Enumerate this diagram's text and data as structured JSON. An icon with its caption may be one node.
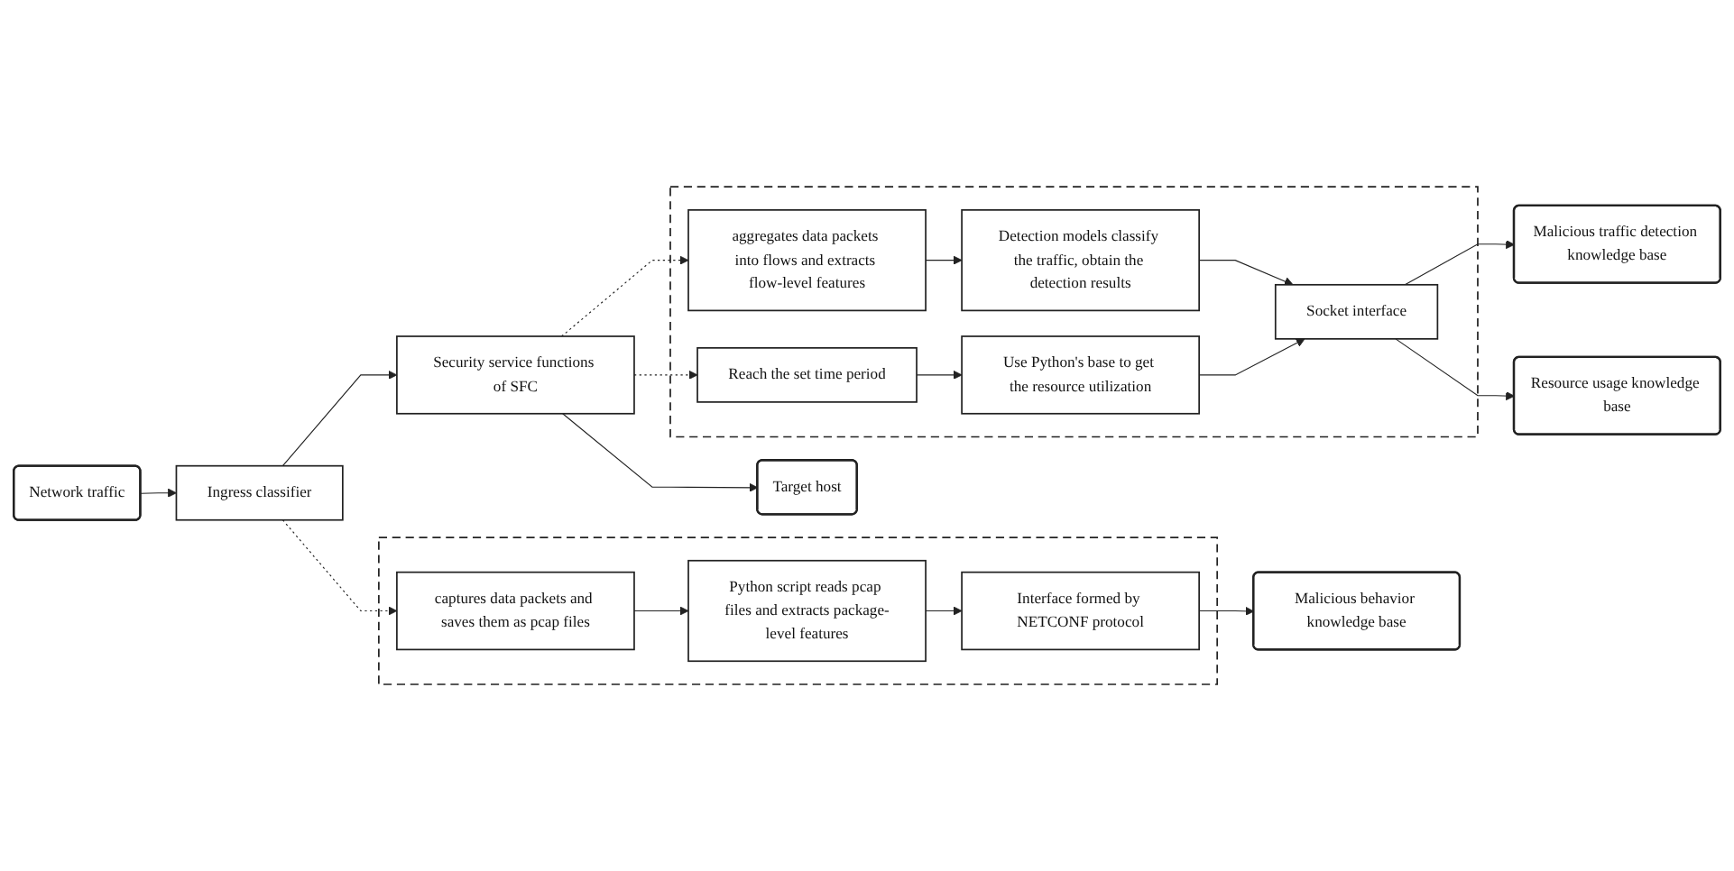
{
  "diagram": {
    "nodes": [
      {
        "text": [
          "Network traffic"
        ]
      },
      {
        "text": [
          "Ingress classifier"
        ]
      },
      {
        "text": [
          "Security service functions of SFC"
        ]
      },
      {
        "text": [
          "Target host"
        ]
      },
      {
        "text": [],
        "shape": "box"
      },
      {
        "text": [
          "captures data packets and saves them as pcap files"
        ],
        "in": 4
      },
      {
        "text": [
          "Python script reads pcap files and extracts package-level features"
        ],
        "in": 4
      },
      {
        "text": [
          "Interface formed by NETCONF protocol"
        ],
        "in": 4
      },
      {
        "text": [
          "Malicious behavior knowledge base"
        ]
      },
      {
        "text": [],
        "shape": "box"
      },
      {
        "text": [
          "aggregates data packets into flows and extracts flow-level features"
        ],
        "in": 9
      },
      {
        "text": [
          "Detection models classify the traffic, obtain the detection results"
        ],
        "in": 9
      },
      {
        "text": [
          "Reach the set time period"
        ],
        "in": 9
      },
      {
        "text": [
          "Use Python's base to get the resource utilization"
        ],
        "in": 9
      },
      {
        "text": [
          "Socket interface"
        ],
        "in": 9
      },
      {
        "text": [
          "Malicious traffic detection knowledge base"
        ]
      },
      {
        "text": [
          "Resource usage knowledge base"
        ]
      }
    ],
    "edges": [
      {
        "from": 0,
        "to": 1,
        "arrow": "to"
      },
      {
        "from": 1,
        "to": 2,
        "arrow": "to"
      },
      {
        "from": 2,
        "to": 3,
        "arrow": "to"
      },
      {
        "from": 1,
        "to": 5,
        "arrow": "to",
        "style": "dashed"
      },
      {
        "from": 5,
        "to": 6,
        "arrow": "to"
      },
      {
        "from": 6,
        "to": 7,
        "arrow": "to"
      },
      {
        "from": 7,
        "to": 8,
        "arrow": "to"
      },
      {
        "from": 2,
        "to": 10,
        "arrow": "to",
        "style": "dashed"
      },
      {
        "from": 2,
        "to": 12,
        "arrow": "to",
        "style": "dashed"
      },
      {
        "from": 10,
        "to": 11,
        "arrow": "to"
      },
      {
        "from": 12,
        "to": 13,
        "arrow": "to"
      },
      {
        "from": 11,
        "to": 14,
        "arrow": "to"
      },
      {
        "from": 13,
        "to": 14,
        "arrow": "to"
      },
      {
        "from": 14,
        "to": 15,
        "arrow": "to"
      },
      {
        "from": 14,
        "to": 16,
        "arrow": "to"
      }
    ]
  }
}
